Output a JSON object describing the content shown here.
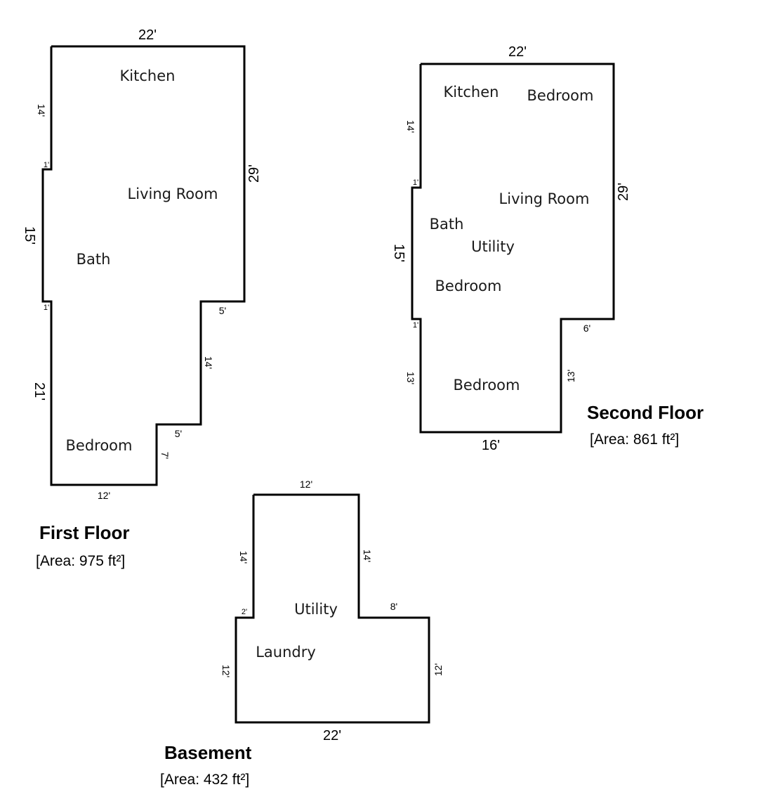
{
  "first_floor": {
    "title": "First Floor",
    "area": "[Area: 975 ft²]",
    "rooms": [
      "Kitchen",
      "Living Room",
      "Bath",
      "Bedroom"
    ],
    "dims": {
      "top": "22'",
      "right": "29'",
      "left_upper": "14'",
      "left_jog_upper": "1'",
      "left_mid": "15'",
      "left_jog_lower": "1'",
      "left_lower": "21'",
      "step_upper": "5'",
      "step_vertical_upper": "14'",
      "step_lower": "5'",
      "step_vertical_lower": "7'",
      "bottom": "12'"
    }
  },
  "second_floor": {
    "title": "Second Floor",
    "area": "[Area: 861 ft²]",
    "rooms": [
      "Kitchen",
      "Bedroom",
      "Living Room",
      "Bath",
      "Utility",
      "Bedroom",
      "Bedroom"
    ],
    "dims": {
      "top": "22'",
      "right": "29'",
      "left_upper": "14'",
      "left_jog_upper": "1'",
      "left_mid": "15'",
      "left_jog_lower": "1'",
      "left_lower": "13'",
      "step": "6'",
      "right_lower": "13'",
      "bottom": "16'"
    }
  },
  "basement": {
    "title": "Basement",
    "area": "[Area: 432 ft²]",
    "rooms": [
      "Utility",
      "Laundry"
    ],
    "dims": {
      "top": "12'",
      "left_upper": "14'",
      "right_upper": "14'",
      "left_jog": "2'",
      "step": "8'",
      "left_lower": "12'",
      "right_lower": "12'",
      "bottom": "22'"
    }
  }
}
